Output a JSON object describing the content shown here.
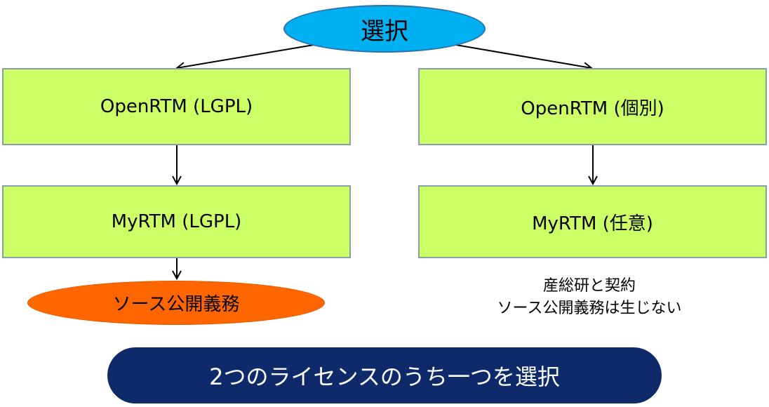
{
  "diagram": {
    "root": {
      "label": "選択"
    },
    "left_branch": {
      "top_box": "OpenRTM (LGPL)",
      "bottom_box": "MyRTM (LGPL)",
      "result": "ソース公開義務"
    },
    "right_branch": {
      "top_box": "OpenRTM (個別)",
      "bottom_box": "MyRTM (任意)",
      "note_lines": [
        "産総研と契約",
        "ソース公開義務は生じない"
      ]
    },
    "banner": "2つのライセンスのうち一つを選択"
  },
  "colors": {
    "root_fill": "#00b0f0",
    "box_fill": "#ccff66",
    "result_fill": "#ff6600",
    "banner_fill": "#0f2a6b"
  }
}
